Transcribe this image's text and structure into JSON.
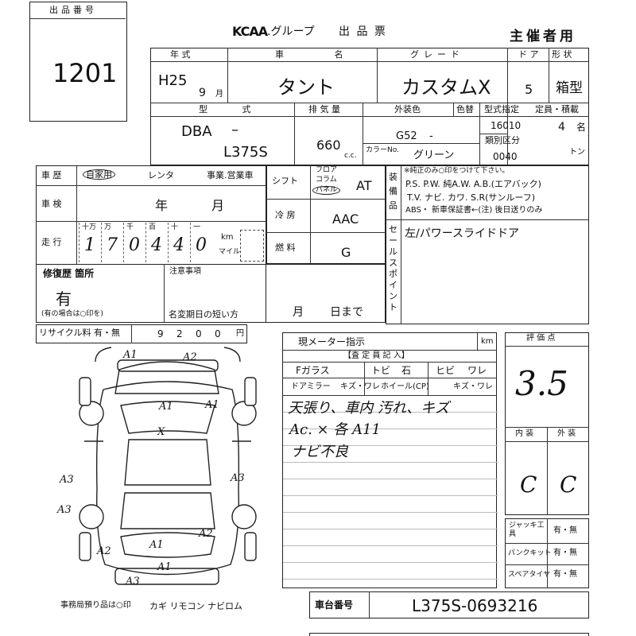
{
  "lot": {
    "label": "出品番号",
    "number": "1201"
  },
  "header": {
    "brand": "KCAA",
    "group": ".グループ",
    "title": "出 品 票",
    "organizer": "主催者用"
  },
  "main_table": {
    "h_year": "年 式",
    "h_name": "車 名",
    "h_grade": "グレード",
    "h_doors": "ド ア",
    "h_type": "形 状",
    "year": "H25",
    "month": "9",
    "month_unit": "月",
    "name": "タント",
    "grade": "カスタムX",
    "doors": "5",
    "body_type": "箱型",
    "h_model": "型 式",
    "h_displacement": "排 気 量",
    "h_ext_color": "外装色",
    "h_color_change": "色替",
    "h_model_designation": "型式指定",
    "h_capacity": "定員・積載",
    "model_prefix": "DBA",
    "model_dash": "–",
    "model_code": "L375S",
    "displacement": "660",
    "cc": "c.c.",
    "color_code": "G52",
    "color_dash": "-",
    "color_no_label": "カラーNo.",
    "color_name": "グリーン",
    "model_designation": "16010",
    "category_label": "類別区分",
    "category": "0040",
    "capacity": "4",
    "capacity_unit": "名",
    "ton_unit": "トン"
  },
  "history": {
    "label": "車 歴",
    "private": "自家用",
    "rental": "レンタ",
    "business": "事業.営業車",
    "shaken_label": "車 検",
    "shaken_year": "年",
    "shaken_month": "月",
    "odo_label": "走 行",
    "odo_units": [
      "十万",
      "万",
      "千",
      "百",
      "十",
      "一"
    ],
    "odo_digits": [
      "1",
      "7",
      "0",
      "4",
      "4",
      "0"
    ],
    "km": "km",
    "mile": "マイル"
  },
  "middle": {
    "shift_label": "シフト",
    "shift_options": [
      "フロア",
      "コラム",
      "パネル"
    ],
    "shift": "AT",
    "ac_label": "冷 房",
    "ac": "AAC",
    "fuel_label": "燃 料",
    "fuel": "G"
  },
  "equipment": {
    "label": "装備品",
    "note": "※純正のみ○印をつけて下さい。",
    "line1": "P.S. P.W. 純A.W. A.B.(エアバック)",
    "line2": "T.V. ナビ. カワ. S.R(サンルーフ)",
    "line3": "ABS・ 新車保証書←(注) 後日送りのみ",
    "sales_label": "セールスポイント",
    "sales_text": "左/パワースライドドア"
  },
  "repair": {
    "label": "修復歴 箇所",
    "value": "有",
    "note": "(有の場合は○印を)",
    "notice_label": "注意事項",
    "name_change": "名変期日の短い方",
    "month": "月",
    "day": "日まで"
  },
  "recycle": {
    "label": "リサイクル料 有・無",
    "digits": [
      "9",
      "2",
      "0",
      "0"
    ],
    "yen": "円"
  },
  "meter": {
    "label": "現メーター指示",
    "unit": "km"
  },
  "inspector": {
    "title": "【査 定 員 記 入】",
    "row1": [
      "Fガラス",
      "トビ",
      "石",
      "ヒビ",
      "ワレ"
    ],
    "row2": [
      "ドアミラー",
      "キズ・ワレ",
      "ホイール(CP)",
      "キズ・ワレ"
    ],
    "notes": [
      "天張り、車内 汚れ、キズ",
      "Ac. ×  各 A11",
      "ナビ不良"
    ]
  },
  "rating": {
    "label": "評 価 点",
    "score": "3.5",
    "interior_label": "内 装",
    "exterior_label": "外 装",
    "interior": "C",
    "exterior": "C"
  },
  "tools": [
    {
      "label": "ジャッキ工具",
      "value": "有・無"
    },
    {
      "label": "パンクキット",
      "value": "有・無"
    },
    {
      "label": "スペアタイヤ",
      "value": "有・無"
    }
  ],
  "diagram": {
    "marks": [
      "A1",
      "A2",
      "A1",
      "A1",
      "X",
      "A3",
      "A3",
      "A3",
      "A1",
      "A2",
      "A2",
      "A1",
      "A3"
    ]
  },
  "footer": {
    "office_items": "事務局預り品は○印",
    "items": "カギ  リモコン  ナビロム",
    "chassis_label": "車台番号",
    "chassis": "L375S-0693216"
  }
}
